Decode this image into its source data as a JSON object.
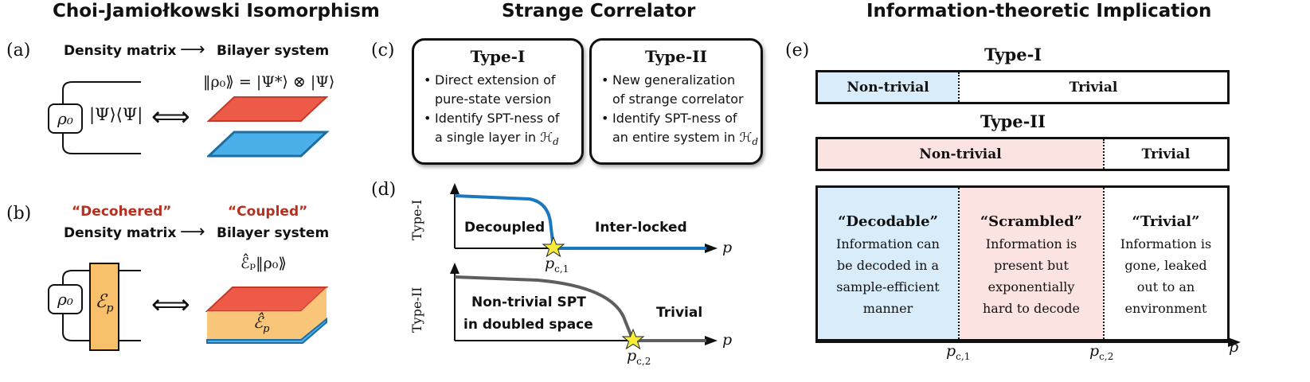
{
  "headers": {
    "left": "Choi-Jamiołkowski Isomorphism",
    "middle": "Strange Correlator",
    "right": "Information-theoretic Implication"
  },
  "panel_labels": {
    "a": "(a)",
    "b": "(b)",
    "c": "(c)",
    "d": "(d)",
    "e": "(e)"
  },
  "panel_a": {
    "left_label": "Density matrix",
    "arrow": "⟶",
    "right_label": "Bilayer system",
    "rho": "ρ₀",
    "ket_bra": "|Ψ⟩⟨Ψ|",
    "iff": "⟺",
    "equation": "‖ρ₀⟫ = |Ψ*⟩ ⊗ |Ψ⟩"
  },
  "panel_b": {
    "left_quote": "“Decohered”",
    "right_quote": "“Coupled”",
    "left_label": "Density matrix",
    "arrow": "⟶",
    "right_label": "Bilayer system",
    "rho": "ρ₀",
    "channel": "ℰ",
    "channel_sub": "p",
    "iff": "⟺",
    "equation": "ℰ̂ₚ‖ρ₀⟫",
    "layer_label": "ℰ̂",
    "layer_sub": "p"
  },
  "panel_c": {
    "type1": {
      "title": "Type-I",
      "bullets": [
        "Direct extension of",
        "pure-state version",
        "Identify SPT-ness of",
        "a single layer in ℋ"
      ],
      "sub": "d"
    },
    "type2": {
      "title": "Type-II",
      "bullets": [
        "New generalization",
        "of strange correlator",
        "Identify SPT-ness of",
        "an entire system in ℋ"
      ],
      "sub": "d"
    }
  },
  "panel_d": {
    "top": {
      "ylabel": "Type-I",
      "left_region": "Decoupled",
      "right_region": "Inter-locked",
      "xlabel": "p",
      "critical": "p",
      "critical_sub": "c,1"
    },
    "bottom": {
      "ylabel": "Type-II",
      "left_region_1": "Non-trivial SPT",
      "left_region_2": "in doubled space",
      "right_region": "Trivial",
      "xlabel": "p",
      "critical": "p",
      "critical_sub": "c,2"
    }
  },
  "panel_e": {
    "type1": {
      "title": "Type-I",
      "nontrivial": "Non-trivial",
      "trivial": "Trivial",
      "nontrivial_fraction": 0.345
    },
    "type2": {
      "title": "Type-II",
      "nontrivial": "Non-trivial",
      "trivial": "Trivial",
      "nontrivial_fraction": 0.69
    },
    "columns": [
      {
        "title": "“Decodable”",
        "lines": [
          "Information can",
          "be decoded in a",
          "sample-efficient",
          "manner"
        ]
      },
      {
        "title": "“Scrambled”",
        "lines": [
          "Information is",
          "present but",
          "exponentially",
          "hard to decode"
        ]
      },
      {
        "title": "“Trivial”",
        "lines": [
          "Information is",
          "gone, leaked",
          "out to an",
          "environment"
        ]
      }
    ],
    "axis": {
      "p1": "p",
      "p1_sub": "c,1",
      "p2": "p",
      "p2_sub": "c,2",
      "end": "p"
    }
  },
  "colors": {
    "red_layer": "#ee5a48",
    "blue_layer": "#4bb0ea",
    "orange": "#f8c06a",
    "blue_line": "#1a78be",
    "grey_line": "#5e5e5e",
    "star": "#f7ec3a",
    "light_blue": "#d8ecfa",
    "light_pink": "#fbe3e2",
    "quote_red": "#b5301e"
  }
}
